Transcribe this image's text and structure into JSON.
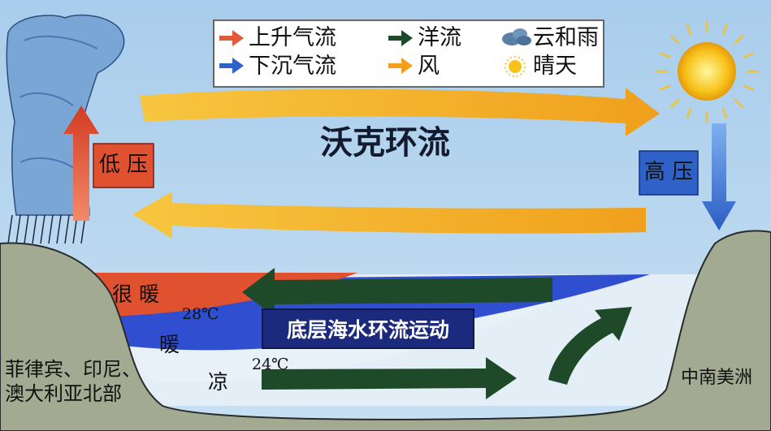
{
  "legend": [
    {
      "label": "上升气流",
      "swatch": "red-arrow-icon"
    },
    {
      "label": "洋流",
      "swatch": "green-arrow-icon"
    },
    {
      "label": "云和雨",
      "swatch": "cloud-icon"
    },
    {
      "label": "下沉气流",
      "swatch": "blue-arrow-icon"
    },
    {
      "label": "风",
      "swatch": "orange-arrow-icon"
    },
    {
      "label": "晴天",
      "swatch": "sun-icon"
    }
  ],
  "title": "沃克环流",
  "low_pressure": "低 压",
  "high_pressure": "高 压",
  "banner": "底层海水环流运动",
  "layers": {
    "very_warm": "很 暖",
    "warm": "暖",
    "cool": "凉"
  },
  "temps": {
    "t1": "28℃",
    "t2": "24℃"
  },
  "regions": {
    "west_line1": "菲律宾、印尼、",
    "west_line2": "澳大利亚北部",
    "east": "中南美洲"
  },
  "colors": {
    "sky": "#b6d5ee",
    "land": "#a2ab91",
    "wind": "#f4b223",
    "rising": "#d9452e",
    "sinking": "#2f62c8",
    "current": "#1e4a2a",
    "banner": "#1c2a7e"
  }
}
